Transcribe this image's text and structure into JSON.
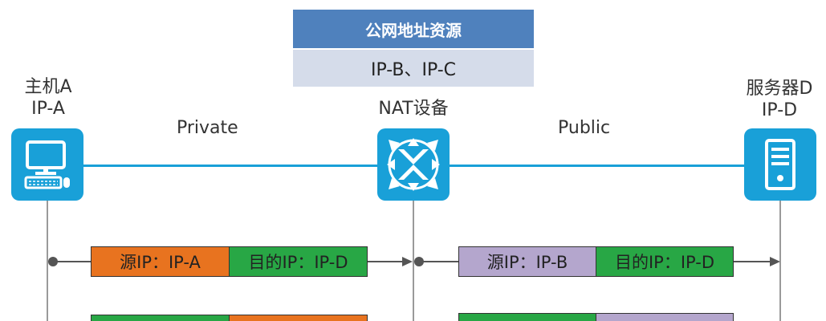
{
  "address_pool": {
    "title": "公网地址资源",
    "addresses": "IP-B、IP-C"
  },
  "nodes": {
    "host_a": {
      "name": "主机A",
      "ip": "IP-A",
      "icon": "computer-icon"
    },
    "nat": {
      "name": "NAT设备",
      "icon": "nat-router-icon"
    },
    "server_d": {
      "name": "服务器D",
      "ip": "IP-D",
      "icon": "server-icon"
    }
  },
  "segments": {
    "private": "Private",
    "public": "Public"
  },
  "packets": {
    "outbound_private": {
      "src": "源IP：IP-A",
      "dst": "目的IP：IP-D"
    },
    "outbound_public": {
      "src": "源IP：IP-B",
      "dst": "目的IP：IP-D"
    },
    "return_private": {
      "src": "",
      "dst": ""
    },
    "return_public": {
      "src": "",
      "dst": ""
    }
  },
  "colors": {
    "device_blue": "#19a0d8",
    "header_blue": "#4f81bd",
    "pool_body": "#d5dcea",
    "orange": "#e8731f",
    "green": "#28a745",
    "purple": "#b4a6cd"
  }
}
